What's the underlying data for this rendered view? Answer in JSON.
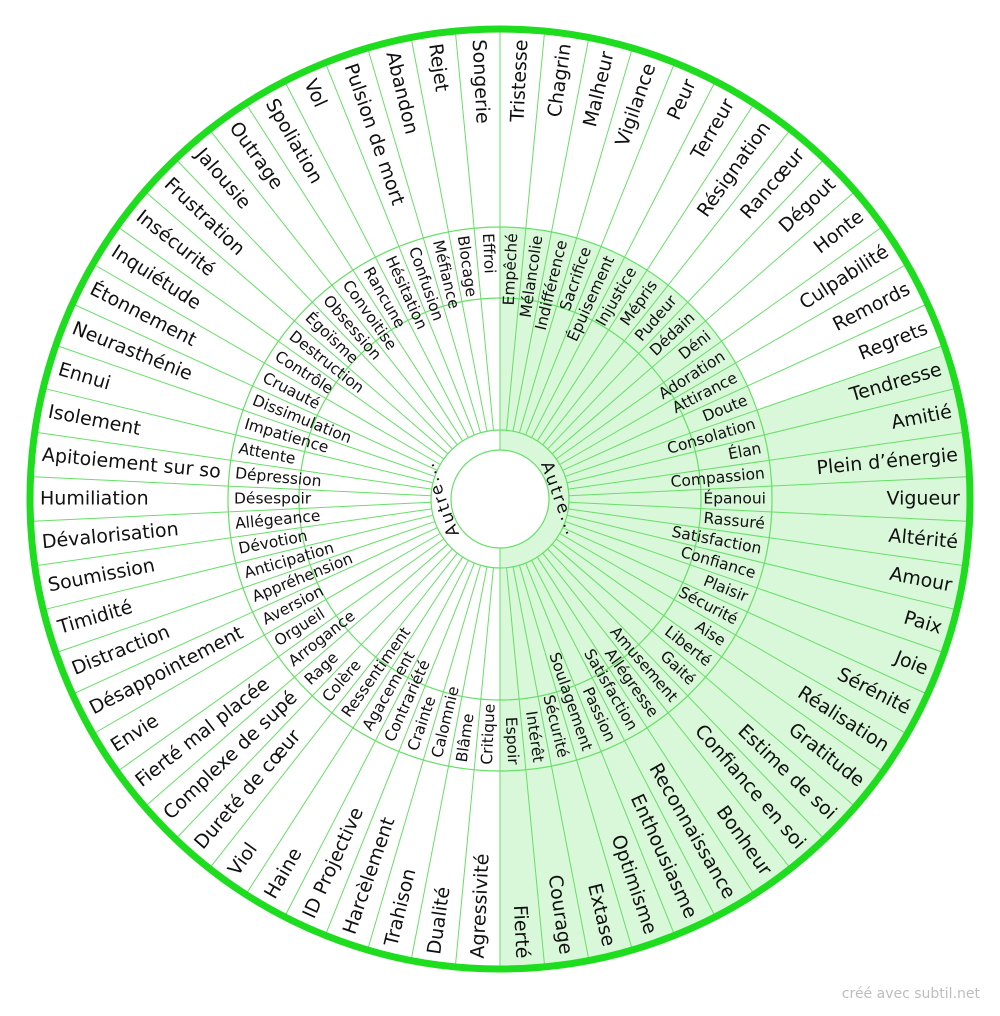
{
  "colors": {
    "ring": "#1edc1e",
    "lines": "#66e066",
    "highlight_fill": "#d9f7d9",
    "text": "#111111"
  },
  "center": {
    "left_label": "Autre...",
    "right_label": "Autre..."
  },
  "outer_ring": [
    "Tristesse",
    "Chagrin",
    "Malheur",
    "Vigilance",
    "Peur",
    "Terreur",
    "Résignation",
    "Rancœur",
    "Dégout",
    "Honte",
    "Culpabilité",
    "Remords",
    "Regrets",
    "Tendresse",
    "Amitié",
    "Plein d’énergie",
    "Vigueur",
    "Altérité",
    "Amour",
    "Paix",
    "Joie",
    "Sérénité",
    "Réalisation",
    "Gratitude",
    "Estime de soi",
    "Confiance en soi",
    "Bonheur",
    "Reconnaissance",
    "Enthousiasme",
    "Optimisme",
    "Extase",
    "Courage",
    "Fierté",
    "Agressivité",
    "Dualité",
    "Trahison",
    "Harcèlement",
    "ID Projective",
    "Haine",
    "Viol",
    "Dureté de cœur",
    "Complexe de supé",
    "Fierté mal placée",
    "Envie",
    "Désappointement",
    "Distraction",
    "Timidité",
    "Soumission",
    "Dévalorisation",
    "Humiliation",
    "Apitoiement sur so",
    "Isolement",
    "Ennui",
    "Neurasthénie",
    "Étonnement",
    "Inquiétude",
    "Insécurité",
    "Frustration",
    "Jalousie",
    "Outrage",
    "Spoliation",
    "Vol",
    "Pulsion de mort",
    "Abandon",
    "Rejet",
    "Songerie"
  ],
  "outer_highlighted": [
    "Tendresse",
    "Amitié",
    "Plein d’énergie",
    "Vigueur",
    "Altérité",
    "Amour",
    "Paix",
    "Joie",
    "Sérénité",
    "Réalisation",
    "Gratitude",
    "Estime de soi",
    "Confiance en soi",
    "Bonheur",
    "Reconnaissance",
    "Enthousiasme",
    "Optimisme",
    "Extase",
    "Courage",
    "Fierté"
  ],
  "inner_ring": [
    "Empêché",
    "Mélancolie",
    "Indifférence",
    "Sacrifice",
    "Épuisement",
    "Injustice",
    "Mépris",
    "Pudeur",
    "Dédain",
    "Déni",
    "Adoration",
    "Attirance",
    "Doute",
    "Consolation",
    "Élan",
    "Compassion",
    "Épanoui",
    "Rassuré",
    "Satisfaction",
    "Confiance",
    "Plaisir",
    "Sécurité",
    "Aise",
    "Liberté",
    "Gaité",
    "Amusement",
    "Allégresse",
    "Satisfaction",
    "Passion",
    "Soulagement",
    "Sécurité",
    "Intérêt",
    "Espoir",
    "Critique",
    "Blâme",
    "Calomnie",
    "Crainte",
    "Contrariété",
    "Agacement",
    "Ressentiment",
    "Colère",
    "Rage",
    "Arrogance",
    "Orgueil",
    "Aversion",
    "Appréhension",
    "Anticipation",
    "Dévotion",
    "Allégeance",
    "Désespoir",
    "Dépression",
    "Attente",
    "Impatience",
    "Dissimulation",
    "Cruauté",
    "Contrôle",
    "Destruction",
    "Égoïsme",
    "Obsession",
    "Convoitise",
    "Rancune",
    "Hésitation",
    "Confusion",
    "Méfiance",
    "Blocage",
    "Effroi"
  ],
  "credit": "créé avec subtil.net"
}
